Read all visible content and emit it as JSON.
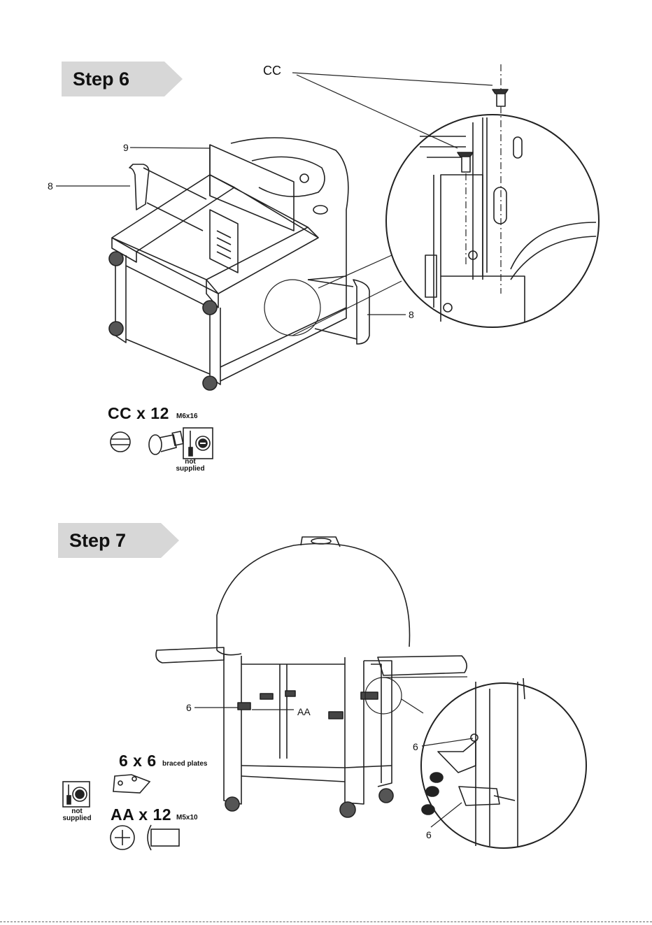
{
  "step6": {
    "title": "Step 6",
    "callout_cc": "CC",
    "label_9": "9",
    "label_8_left": "8",
    "label_8_right": "8",
    "parts_count": "CC x 12",
    "parts_size": "M6x16",
    "not_supplied": [
      "not",
      "supplied"
    ]
  },
  "step7": {
    "title": "Step 7",
    "label_6_left": "6",
    "label_aa": "AA",
    "label_6_top": "6",
    "label_6_bottom": "6",
    "plates_count": "6 x 6",
    "plates_desc": "braced plates",
    "screws_count": "AA x 12",
    "screws_size": "M5x10",
    "not_supplied": [
      "not",
      "supplied"
    ]
  },
  "icons": [
    "slotted-screw-head-icon",
    "shoulder-bolt-icon",
    "flat-screwdriver-icon",
    "phillips-screwdriver-icon",
    "braced-plate-icon",
    "phillips-screw-head-icon",
    "machine-screw-icon"
  ]
}
